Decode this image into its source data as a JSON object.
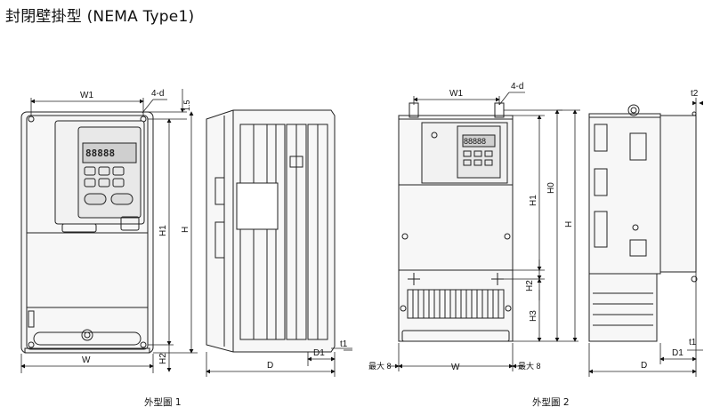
{
  "title": "封閉壁掛型 (NEMA Type1)",
  "figure1": {
    "caption": "外型圖 1",
    "dims": {
      "w1": "W1",
      "four_d": "4-d",
      "h_top": "1.5",
      "h1": "H1",
      "h": "H",
      "w": "W",
      "h2": "H2",
      "d": "D",
      "d1": "D1",
      "t1": "t1"
    }
  },
  "figure2": {
    "caption": "外型圖 2",
    "dims": {
      "w1": "W1",
      "four_d": "4-d",
      "t2": "t2",
      "h1": "H1",
      "h0": "H0",
      "h": "H",
      "h2": "H2",
      "h3": "H3",
      "w": "W",
      "max_left": "最大 8",
      "max_right": "最大 8",
      "d": "D",
      "d1": "D1",
      "t1": "t1"
    }
  },
  "lcd_text": "88888"
}
